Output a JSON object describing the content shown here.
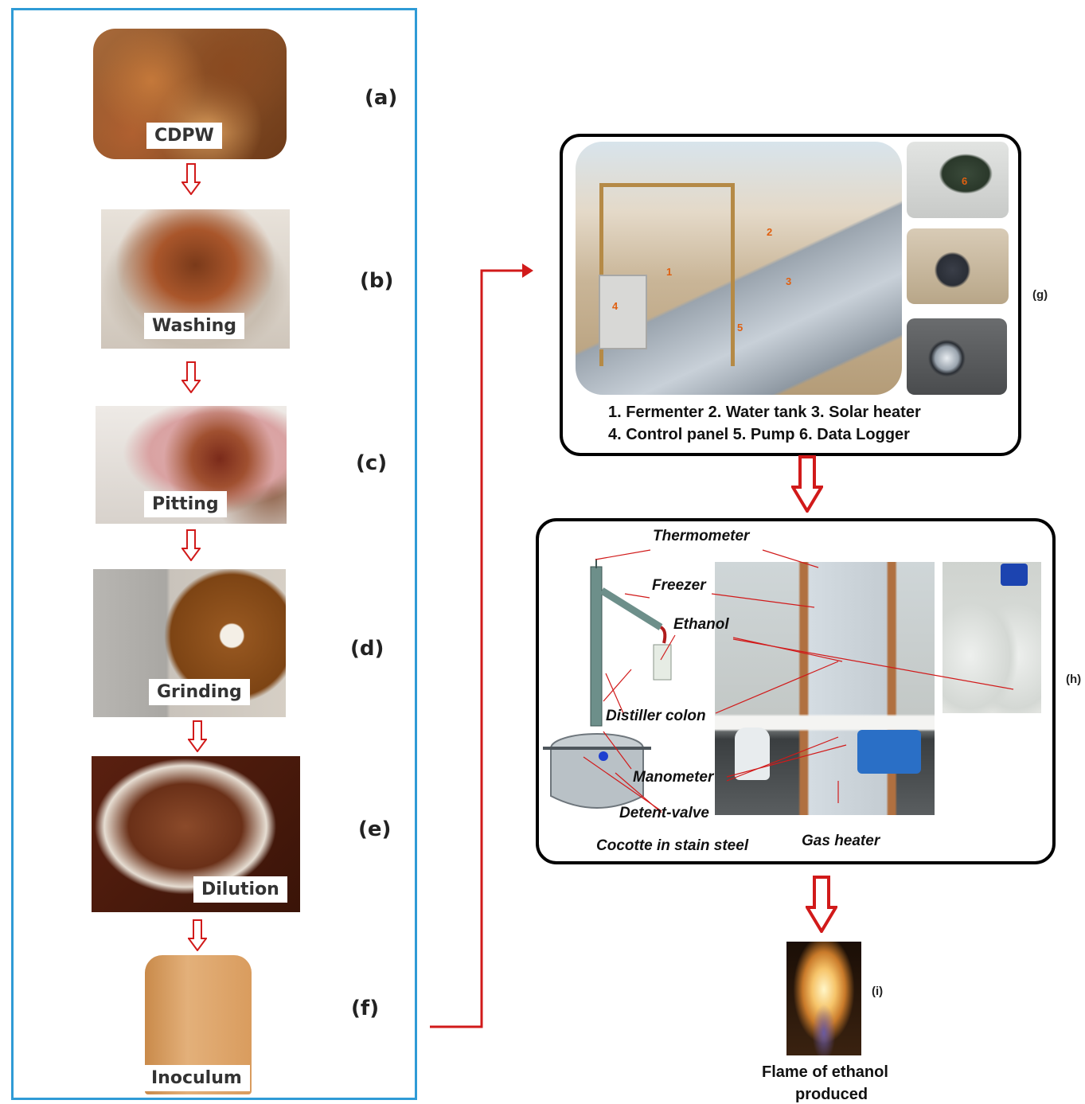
{
  "left_panel": {
    "steps": [
      {
        "letter": "(a)",
        "caption": "CDPW",
        "icon": "date-palm-waste-photo"
      },
      {
        "letter": "(b)",
        "caption": "Washing",
        "icon": "washing-dates-photo"
      },
      {
        "letter": "(c)",
        "caption": "Pitting",
        "icon": "pitting-dates-photo"
      },
      {
        "letter": "(d)",
        "caption": "Grinding",
        "icon": "grinding-photo"
      },
      {
        "letter": "(e)",
        "caption": "Dilution",
        "icon": "dilution-photo"
      },
      {
        "letter": "(f)",
        "caption": "Inoculum",
        "icon": "inoculum-bottle-photo"
      }
    ]
  },
  "fermenter_box": {
    "letter": "(g)",
    "legend_line1": "1. Fermenter  2. Water tank  3. Solar heater",
    "legend_line2": "4. Control panel  5. Pump  6. Data Logger",
    "photo_numbers": [
      "1",
      "2",
      "3",
      "4",
      "5",
      "6"
    ]
  },
  "distiller_box": {
    "letter": "(h)",
    "labels": {
      "thermometer": "Thermometer",
      "freezer": "Freezer",
      "ethanol": "Ethanol",
      "distiller_colon": "Distiller colon",
      "manometer": "Manometer",
      "detent_valve": "Detent-valve",
      "cocotte": "Cocotte in stain steel",
      "gas_heater": "Gas heater"
    }
  },
  "flame": {
    "letter": "(i)",
    "caption_line1": "Flame of ethanol",
    "caption_line2": "produced"
  },
  "colors": {
    "panel_border": "#2f9bd6",
    "arrow_red": "#d11a1a",
    "box_border": "#000000"
  }
}
